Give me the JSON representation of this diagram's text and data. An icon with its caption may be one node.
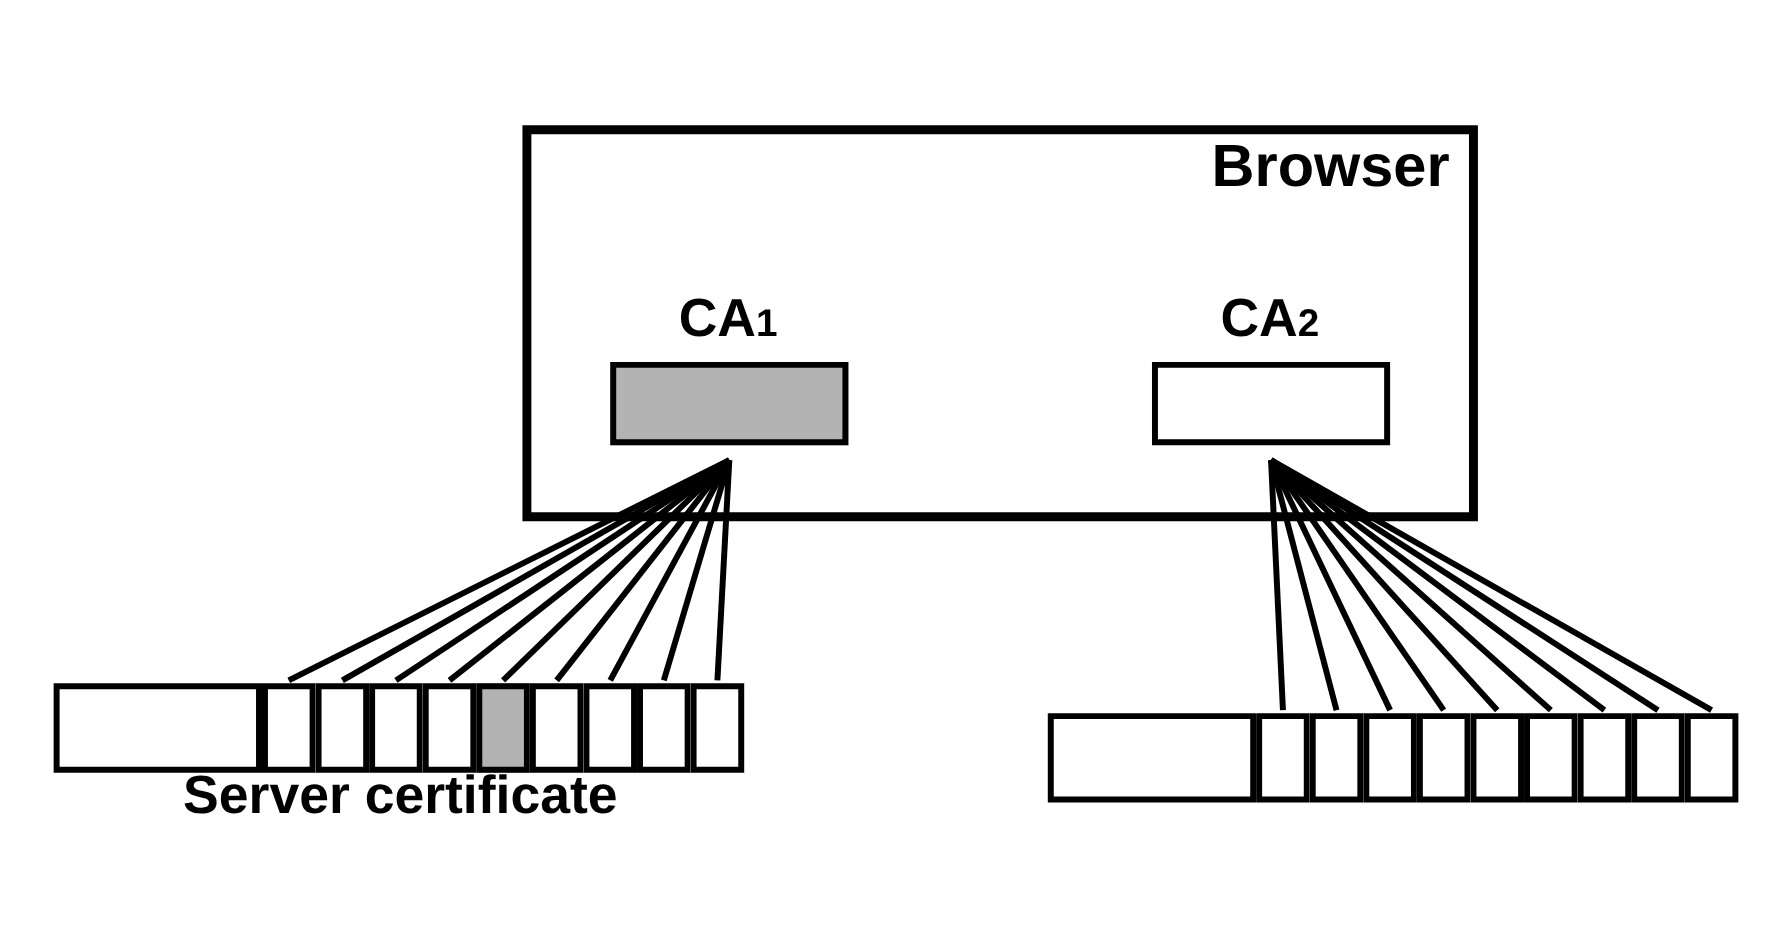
{
  "diagram": {
    "nodes": [
      {
        "text": [
          "Browser"
        ]
      },
      {
        "text": [
          "CA$_{1}$"
        ],
        "in": 0
      },
      {
        "text": [
          "CA$_{2}$"
        ],
        "in": 0
      },
      {
        "text": [],
        "shape": "bar",
        "beside": [
          "Server certificate"
        ]
      },
      {
        "text": [],
        "shape": "bar"
      }
    ],
    "edges": [
      {
        "from": 1,
        "to": 3,
        "arrow": "none"
      },
      {
        "from": 1,
        "to": 3,
        "arrow": "none"
      },
      {
        "from": 1,
        "to": 3,
        "arrow": "none"
      },
      {
        "from": 1,
        "to": 3,
        "arrow": "none"
      },
      {
        "from": 1,
        "to": 3,
        "arrow": "none"
      },
      {
        "from": 1,
        "to": 3,
        "arrow": "none"
      },
      {
        "from": 1,
        "to": 3,
        "arrow": "none"
      },
      {
        "from": 1,
        "to": 3,
        "arrow": "none"
      },
      {
        "from": 1,
        "to": 3,
        "arrow": "none"
      },
      {
        "from": 2,
        "to": 4,
        "arrow": "none"
      },
      {
        "from": 2,
        "to": 4,
        "arrow": "none"
      },
      {
        "from": 2,
        "to": 4,
        "arrow": "none"
      },
      {
        "from": 2,
        "to": 4,
        "arrow": "none"
      },
      {
        "from": 2,
        "to": 4,
        "arrow": "none"
      },
      {
        "from": 2,
        "to": 4,
        "arrow": "none"
      },
      {
        "from": 2,
        "to": 4,
        "arrow": "none"
      },
      {
        "from": 2,
        "to": 4,
        "arrow": "none"
      },
      {
        "from": 2,
        "to": 4,
        "arrow": "none"
      }
    ]
  }
}
